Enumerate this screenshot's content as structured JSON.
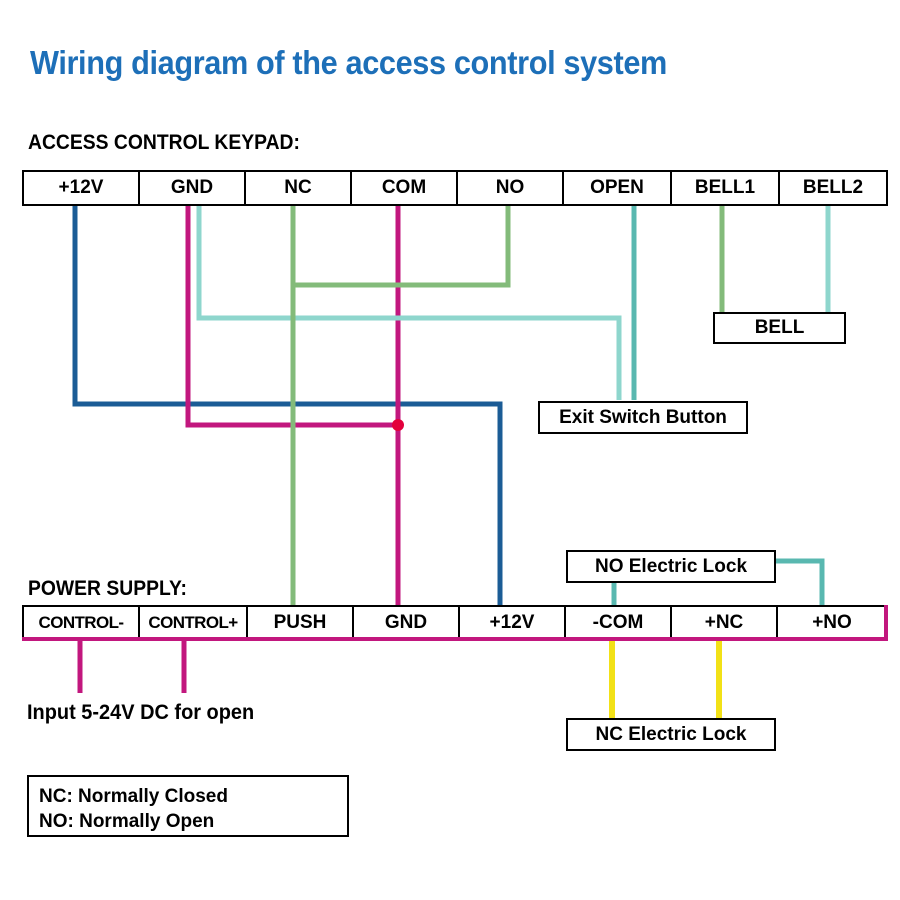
{
  "title": "Wiring diagram of the access control system",
  "sections": {
    "keypad_label": "ACCESS CONTROL KEYPAD:",
    "power_label": "POWER SUPPLY:"
  },
  "keypad_terminals": [
    {
      "label": "+12V",
      "width": 118
    },
    {
      "label": "GND",
      "width": 108
    },
    {
      "label": "NC",
      "width": 108
    },
    {
      "label": "COM",
      "width": 108
    },
    {
      "label": "NO",
      "width": 108
    },
    {
      "label": "OPEN",
      "width": 110
    },
    {
      "label": "BELL1",
      "width": 110
    },
    {
      "label": "BELL2",
      "width": 110
    }
  ],
  "power_terminals": [
    {
      "label": "CONTROL-",
      "width": 118,
      "tight": true
    },
    {
      "label": "CONTROL+",
      "width": 110,
      "tight": true
    },
    {
      "label": "PUSH",
      "width": 108,
      "tight": false
    },
    {
      "label": "GND",
      "width": 108,
      "tight": false
    },
    {
      "label": "+12V",
      "width": 108,
      "tight": false
    },
    {
      "label": "-COM",
      "width": 108,
      "tight": false
    },
    {
      "label": "+NC",
      "width": 108,
      "tight": false
    },
    {
      "label": "+NO",
      "width": 112,
      "tight": false
    }
  ],
  "devices": {
    "bell": "BELL",
    "exit_switch": "Exit Switch Button",
    "no_lock": "NO Electric Lock",
    "nc_lock": "NC Electric Lock"
  },
  "notes": {
    "input_note": "Input 5-24V DC for open",
    "legend_line1": "NC: Normally Closed",
    "legend_line2": "NO: Normally Open"
  },
  "colors": {
    "title": "#1d6fb8",
    "wire_blue": "#1b5c96",
    "wire_magenta": "#c2177e",
    "wire_green": "#83bb7a",
    "wire_teal_light": "#8ed6cd",
    "wire_teal_dark": "#59b8b0",
    "wire_yellow": "#f2e117",
    "junction_dot": "#e3003c",
    "box_border": "#000000",
    "background": "#ffffff"
  },
  "chart_data": {
    "type": "diagram",
    "title": "Wiring diagram of the access control system",
    "nodes": [
      {
        "id": "keypad",
        "label": "ACCESS CONTROL KEYPAD",
        "terminals": [
          "+12V",
          "GND",
          "NC",
          "COM",
          "NO",
          "OPEN",
          "BELL1",
          "BELL2"
        ]
      },
      {
        "id": "power",
        "label": "POWER SUPPLY",
        "terminals": [
          "CONTROL-",
          "CONTROL+",
          "PUSH",
          "GND",
          "+12V",
          "-COM",
          "+NC",
          "+NO"
        ]
      },
      {
        "id": "bell",
        "label": "BELL"
      },
      {
        "id": "exit",
        "label": "Exit Switch Button"
      },
      {
        "id": "nolock",
        "label": "NO Electric Lock"
      },
      {
        "id": "nclock",
        "label": "NC Electric Lock"
      }
    ],
    "connections": [
      {
        "from": "keypad.+12V",
        "to": "power.+12V",
        "color": "#1b5c96"
      },
      {
        "from": "keypad.GND",
        "to": "power.GND",
        "color": "#c2177e"
      },
      {
        "from": "keypad.COM",
        "to": "power.GND",
        "color": "#c2177e"
      },
      {
        "from": "keypad.GND",
        "to": "exit",
        "color": "#8ed6cd"
      },
      {
        "from": "keypad.OPEN",
        "to": "exit",
        "color": "#59b8b0"
      },
      {
        "from": "keypad.NC",
        "to": "power.PUSH",
        "color": "#83bb7a"
      },
      {
        "from": "keypad.NO",
        "to": "power.PUSH",
        "color": "#83bb7a"
      },
      {
        "from": "keypad.BELL1",
        "to": "bell",
        "color": "#83bb7a"
      },
      {
        "from": "keypad.BELL2",
        "to": "bell",
        "color": "#8ed6cd"
      },
      {
        "from": "nolock",
        "to": "power.-COM",
        "color": "#59b8b0"
      },
      {
        "from": "nolock",
        "to": "power.+NO",
        "color": "#59b8b0"
      },
      {
        "from": "nclock",
        "to": "power.-COM",
        "color": "#f2e117"
      },
      {
        "from": "nclock",
        "to": "power.+NC",
        "color": "#f2e117"
      }
    ]
  }
}
